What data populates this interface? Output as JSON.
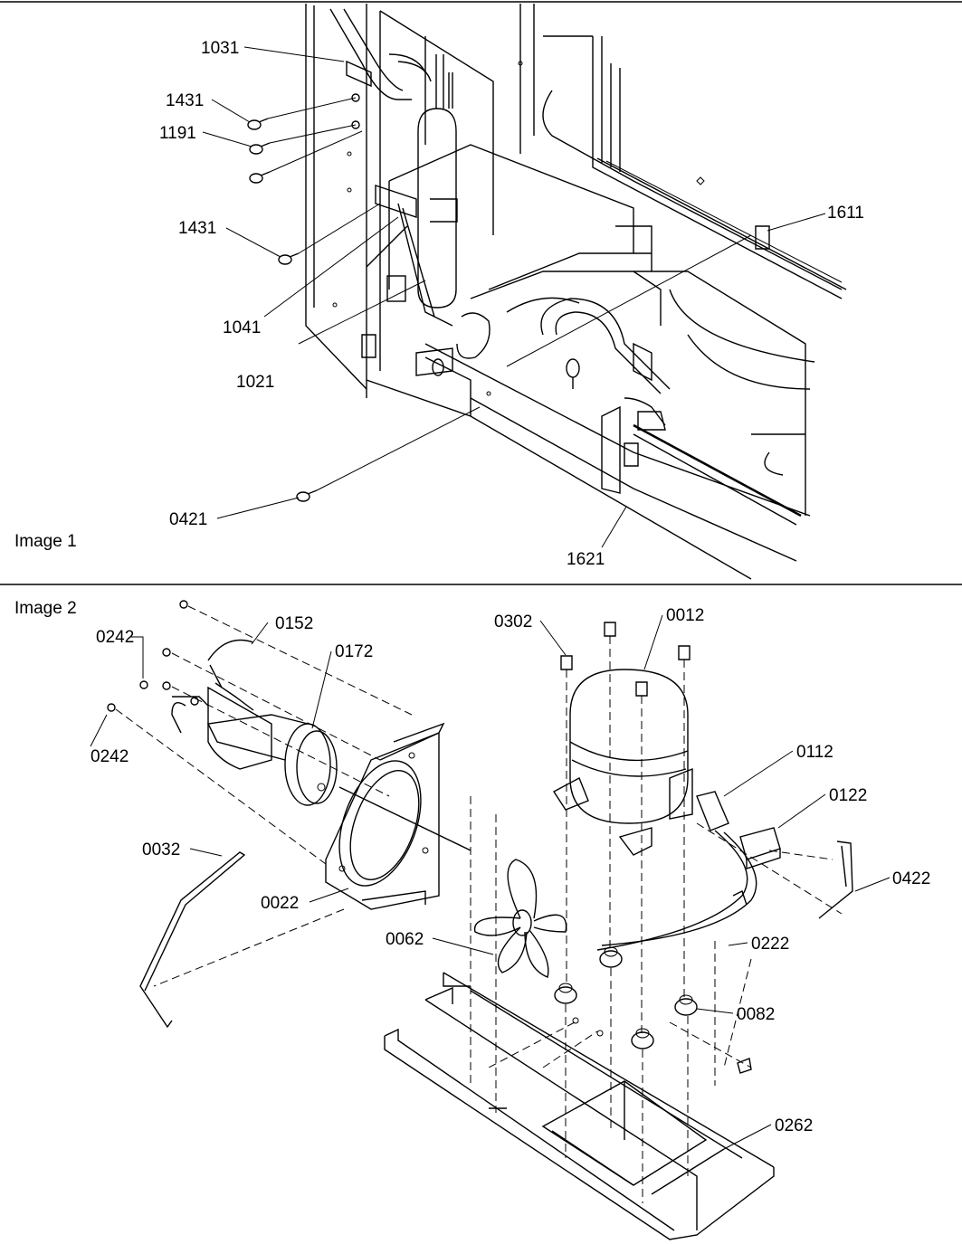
{
  "panels": {
    "image1": {
      "caption": "Image 1"
    },
    "image2": {
      "caption": "Image 2"
    }
  },
  "callouts": {
    "c1031": "1031",
    "c1431a": "1431",
    "c1191": "1191",
    "c1431b": "1431",
    "c1041": "1041",
    "c1021": "1021",
    "c1611": "1611",
    "c0421": "0421",
    "c1621": "1621",
    "c0242a": "0242",
    "c0152": "0152",
    "c0172": "0172",
    "c0242b": "0242",
    "c0032": "0032",
    "c0022": "0022",
    "c0302": "0302",
    "c0012": "0012",
    "c0112": "0112",
    "c0122": "0122",
    "c0422": "0422",
    "c0062": "0062",
    "c0222": "0222",
    "c0082": "0082",
    "c0262": "0262"
  }
}
